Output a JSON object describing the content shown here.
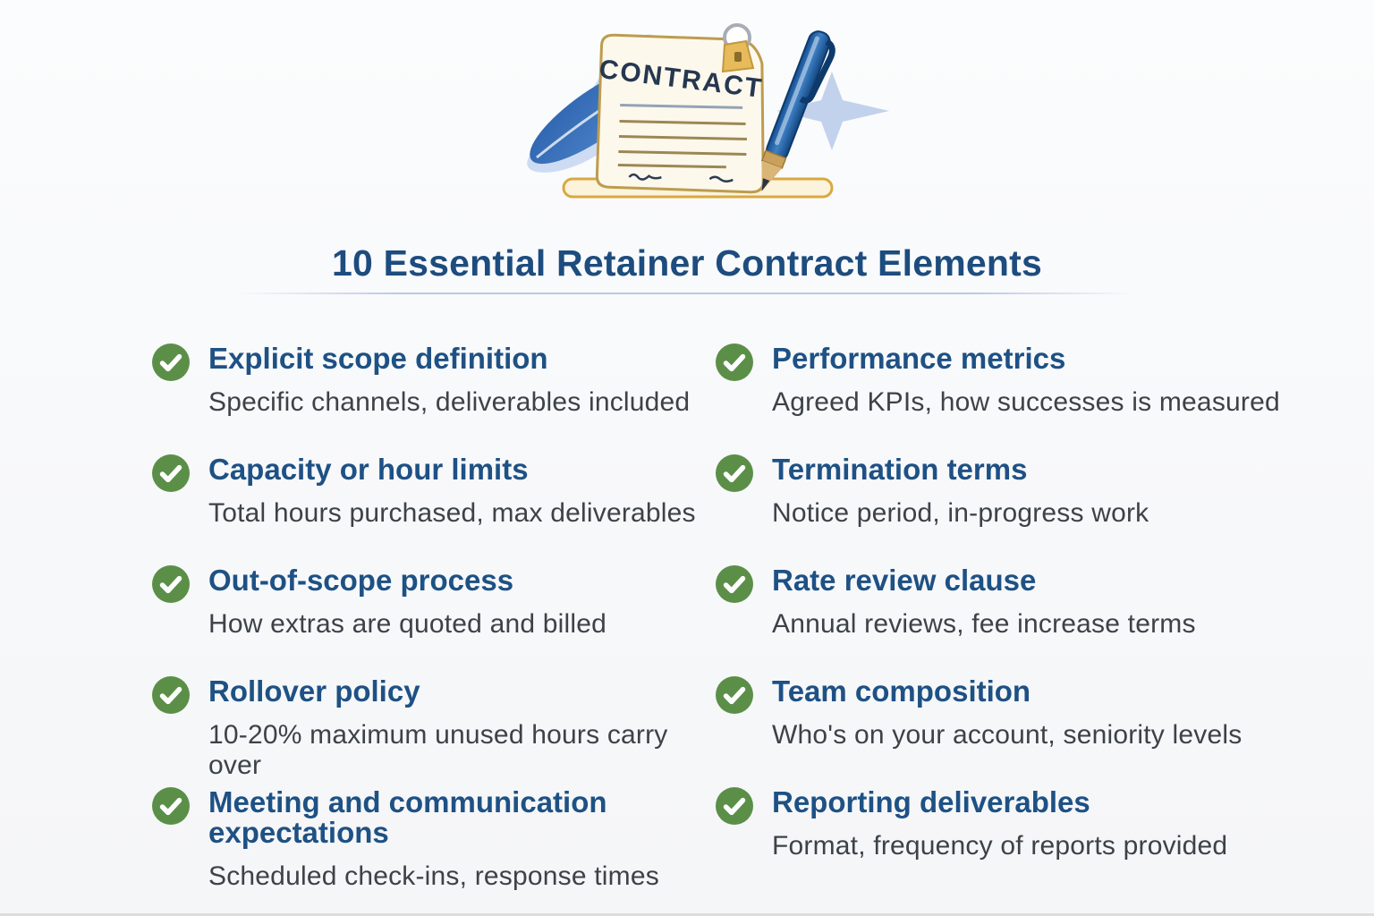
{
  "page": {
    "title": "10 Essential Retainer Contract Elements"
  },
  "illustration": {
    "document_label": "CONTRACT"
  },
  "colors": {
    "title_blue": "#1d4c7e",
    "heading_blue": "#1e5184",
    "body_gray": "#3d4248",
    "check_green": "#5b8f48",
    "divider_blue": "#b9c9e2",
    "document_cream": "#fdf8ec",
    "document_gold": "#c19d4e",
    "pen_blue": "#1f5fa8",
    "feather_blue": "#2f66ae",
    "feather_light_blue": "#c7d7f0"
  },
  "items": {
    "left": [
      {
        "title": "Explicit scope definition",
        "desc": "Specific channels, deliverables included"
      },
      {
        "title": "Capacity or hour limits",
        "desc": "Total hours purchased, max deliverables"
      },
      {
        "title": "Out-of-scope process",
        "desc": "How extras are quoted and billed"
      },
      {
        "title": "Rollover policy",
        "desc": "10-20% maximum unused hours carry over"
      },
      {
        "title": "Meeting and communication expectations",
        "desc": "Scheduled check-ins, response times"
      }
    ],
    "right": [
      {
        "title": "Performance metrics",
        "desc": "Agreed KPIs, how successes is measured"
      },
      {
        "title": "Termination terms",
        "desc": "Notice period, in-progress work"
      },
      {
        "title": "Rate review clause",
        "desc": "Annual reviews, fee increase terms"
      },
      {
        "title": "Team composition",
        "desc": "Who's on your account, seniority levels"
      },
      {
        "title": "Reporting deliverables",
        "desc": "Format, frequency of reports provided"
      }
    ]
  }
}
